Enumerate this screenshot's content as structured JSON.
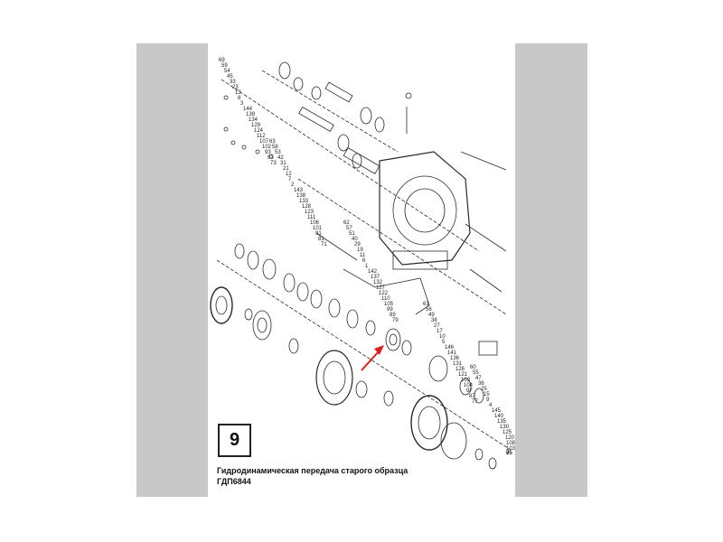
{
  "plate": {
    "number": "9",
    "caption_line1": "Гидродинамическая передача старого образца",
    "caption_line2": "ГДП6844"
  },
  "drawing": {
    "part_labels": [
      "69",
      "63",
      "62",
      "61",
      "60",
      "59",
      "58",
      "57",
      "56",
      "55",
      "54",
      "53",
      "51",
      "49",
      "47",
      "45",
      "42",
      "40",
      "38",
      "36",
      "33",
      "31",
      "29",
      "27",
      "25",
      "23",
      "21",
      "19",
      "17",
      "15",
      "13",
      "12",
      "11",
      "10",
      "9",
      "8",
      "7",
      "6",
      "5",
      "4",
      "3",
      "2",
      "1",
      "146",
      "145",
      "144",
      "143",
      "142",
      "141",
      "140",
      "139",
      "138",
      "137",
      "136",
      "135",
      "134",
      "133",
      "132",
      "131",
      "130",
      "129",
      "128",
      "127",
      "126",
      "125",
      "124",
      "123",
      "122",
      "121",
      "120",
      "112",
      "111",
      "110",
      "109",
      "108",
      "107",
      "106",
      "105",
      "104",
      "103",
      "102",
      "101",
      "99",
      "97",
      "95",
      "93",
      "91",
      "89",
      "87",
      "85",
      "83",
      "81",
      "79",
      "77",
      "75",
      "73",
      "71"
    ],
    "arrow_color": "#e21b1b",
    "line_color": "#2a2a2a"
  }
}
